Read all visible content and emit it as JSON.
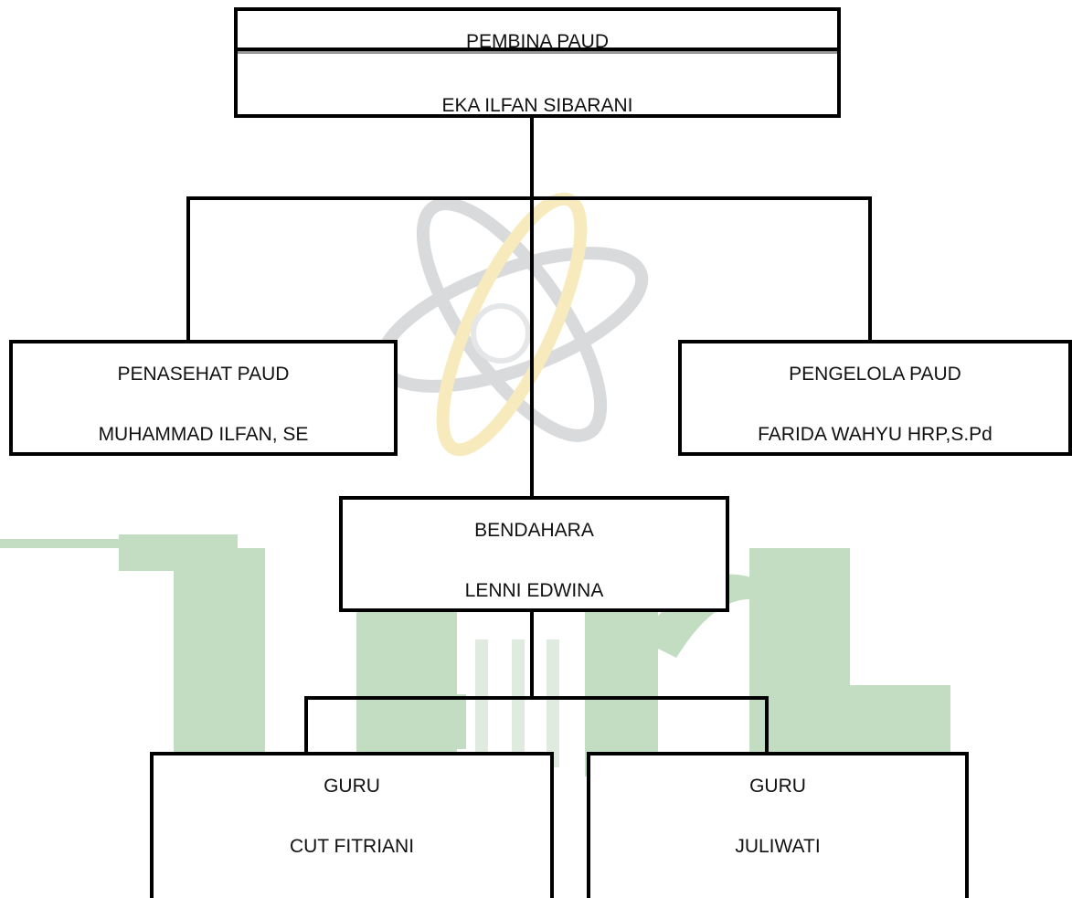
{
  "colors": {
    "watermark_green": "#a9cfa9",
    "watermark_gold": "#f2dc8a",
    "watermark_grey": "#b9bcc0",
    "line": "#000000"
  },
  "org_chart": {
    "pembina": {
      "title": "PEMBINA PAUD",
      "name": "EKA ILFAN SIBARANI"
    },
    "penasehat": {
      "title": "PENASEHAT PAUD",
      "name": "MUHAMMAD ILFAN, SE"
    },
    "pengelola": {
      "title": "PENGELOLA PAUD",
      "name": "FARIDA WAHYU HRP,S.Pd"
    },
    "bendahara": {
      "title": "BENDAHARA",
      "name": "LENNI EDWINA"
    },
    "guru": [
      {
        "title": "GURU",
        "name": "CUT FITRIANI"
      },
      {
        "title": "GURU",
        "name": "JULIWATI"
      }
    ]
  }
}
